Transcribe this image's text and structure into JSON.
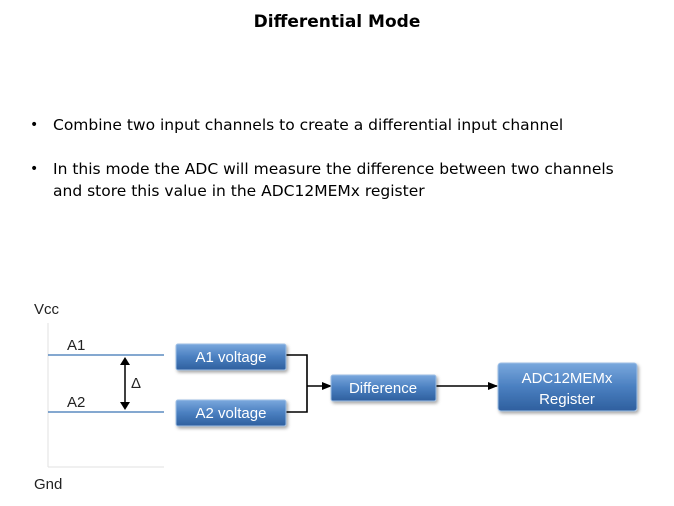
{
  "title": "Differential Mode",
  "bullets": [
    "Combine two input channels to create a differential input channel",
    "In this mode the ADC will measure the difference between two channels and store this value in the ADC12MEMx register"
  ],
  "diagram": {
    "vcc_label": "Vcc",
    "gnd_label": "Gnd",
    "a1_label": "A1",
    "a2_label": "A2",
    "delta_label": "Δ",
    "box_a1": "A1 voltage",
    "box_a2": "A2 voltage",
    "box_diff": "Difference",
    "box_reg_line1": "ADC12MEMx",
    "box_reg_line2": "Register",
    "colors": {
      "box_top": "#6f9fd6",
      "box_bottom": "#2f62a3",
      "line": "#3b74b5"
    }
  }
}
